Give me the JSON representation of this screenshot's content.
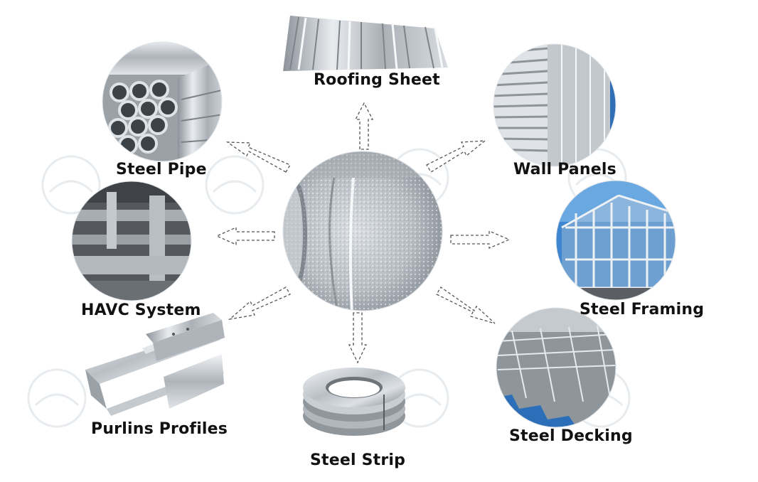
{
  "center": {
    "name": "galvanized-steel-coil"
  },
  "products": {
    "roofing_sheet": "Roofing Sheet",
    "steel_pipe": "Steel Pipe",
    "wall_panels": "Wall Panels",
    "havc_system": "HAVC System",
    "steel_framing": "Steel Framing",
    "purlins_profiles": "Purlins Profiles",
    "steel_strip": "Steel Strip",
    "steel_decking": "Steel Decking"
  },
  "colors": {
    "label_text": "#111111",
    "arrow_stroke": "#555555",
    "steel_light": "#e6e9ec",
    "steel_mid": "#b4bac0",
    "steel_dark": "#6e757c",
    "sky_blue": "#3c7fc4",
    "deck_blue": "#2c6fb8",
    "watermark": "#e9edf1"
  },
  "icons": [
    "dashed-arrow-icon",
    "watermark-logo-icon"
  ]
}
